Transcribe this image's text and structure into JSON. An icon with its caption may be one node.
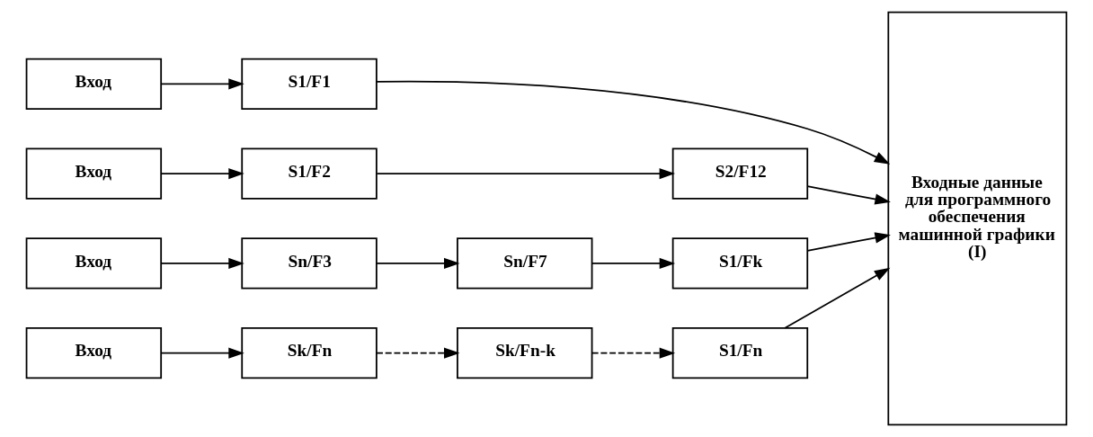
{
  "diagram": {
    "nodes": [
      {
        "text": [
          "Вход"
        ]
      },
      {
        "text": [
          "S1/F1"
        ]
      },
      {
        "text": [
          "Вход"
        ]
      },
      {
        "text": [
          "S1/F2"
        ]
      },
      {
        "text": [
          "S2/F12"
        ]
      },
      {
        "text": [
          "Вход"
        ]
      },
      {
        "text": [
          "Sn/F3"
        ]
      },
      {
        "text": [
          "Sn/F7"
        ]
      },
      {
        "text": [
          "S1/Fk"
        ]
      },
      {
        "text": [
          "Вход"
        ]
      },
      {
        "text": [
          "Sk/Fn"
        ]
      },
      {
        "text": [
          "Sk/Fn-k"
        ]
      },
      {
        "text": [
          "S1/Fn"
        ]
      },
      {
        "text": [
          "Входные данные для программного обеспечения машинной графики (I)"
        ]
      }
    ],
    "edges": [
      {
        "from": 0,
        "to": 1,
        "arrow": "to"
      },
      {
        "from": 1,
        "to": 13,
        "arrow": "to"
      },
      {
        "from": 2,
        "to": 3,
        "arrow": "to"
      },
      {
        "from": 3,
        "to": 4,
        "arrow": "to"
      },
      {
        "from": 4,
        "to": 13,
        "arrow": "to"
      },
      {
        "from": 5,
        "to": 6,
        "arrow": "to"
      },
      {
        "from": 6,
        "to": 7,
        "arrow": "to"
      },
      {
        "from": 7,
        "to": 8,
        "arrow": "to"
      },
      {
        "from": 8,
        "to": 13,
        "arrow": "to"
      },
      {
        "from": 9,
        "to": 10,
        "arrow": "to"
      },
      {
        "from": 10,
        "to": 11,
        "arrow": "to",
        "style": "dashed"
      },
      {
        "from": 11,
        "to": 12,
        "arrow": "to",
        "style": "dashed"
      },
      {
        "from": 12,
        "to": 13,
        "arrow": "to"
      }
    ]
  }
}
